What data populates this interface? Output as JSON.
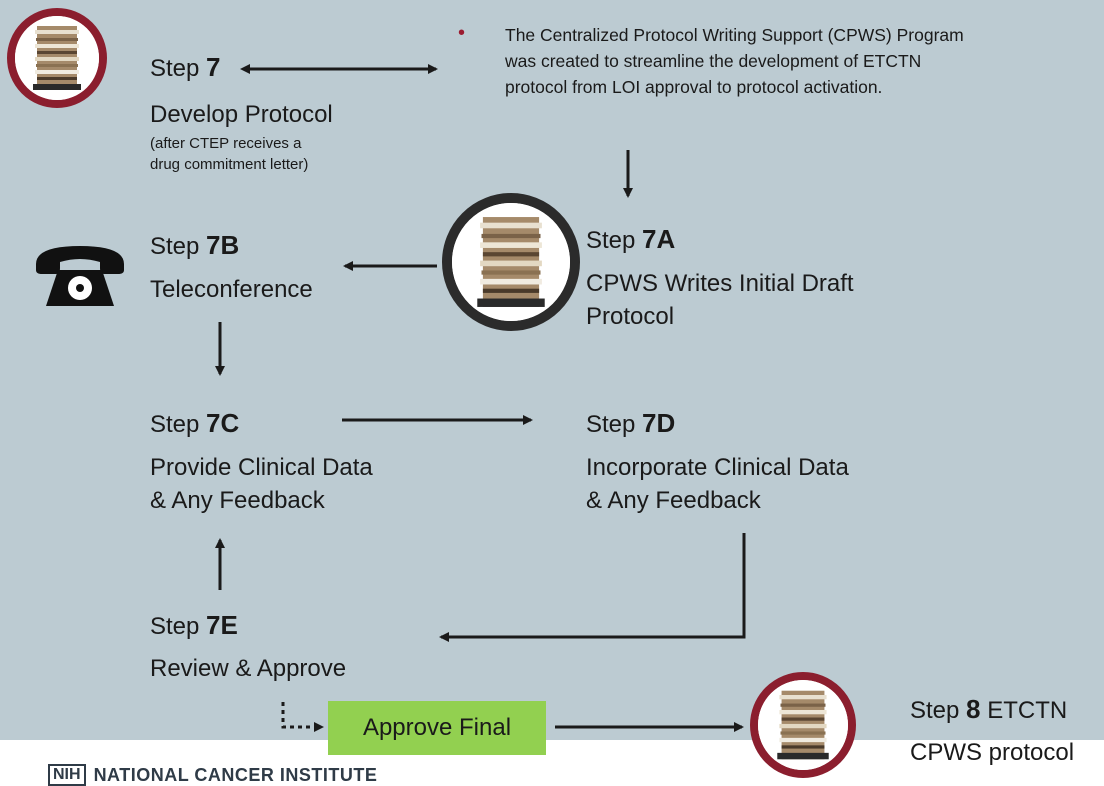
{
  "steps": {
    "s7": {
      "word": "Step",
      "num": "7",
      "desc": "Develop Protocol",
      "note": [
        "(after CTEP receives a",
        "drug commitment letter)"
      ]
    },
    "s7a": {
      "word": "Step",
      "num": "7A",
      "desc": [
        "CPWS Writes Initial Draft",
        "Protocol"
      ]
    },
    "s7b": {
      "word": "Step",
      "num": "7B",
      "desc": "Teleconference"
    },
    "s7c": {
      "word": "Step",
      "num": "7C",
      "desc": [
        "Provide Clinical Data",
        "& Any Feedback"
      ]
    },
    "s7d": {
      "word": "Step",
      "num": "7D",
      "desc": [
        "Incorporate Clinical Data",
        "& Any Feedback"
      ]
    },
    "s7e": {
      "word": "Step",
      "num": "7E",
      "desc": "Review & Approve"
    },
    "s8": {
      "word": "Step",
      "num": "8",
      "tail": "ETCTN",
      "desc": "CPWS protocol"
    }
  },
  "bullet": {
    "symbol": "•",
    "text": "The Centralized Protocol Writing Support (CPWS) Program was created to streamline the development of ETCTN protocol from LOI approval to protocol activation."
  },
  "approve_final": "Approve Final",
  "footer": {
    "nih": "NIH",
    "org": "NATIONAL CANCER INSTITUTE"
  },
  "colors": {
    "panel": "#bccbd2",
    "accent_border": "#8b1e2e",
    "approve_fill": "#92d050",
    "arrow": "#1a1a1a"
  },
  "icons": [
    "document-stack-icon",
    "telephone-icon",
    "arrow-icon"
  ]
}
